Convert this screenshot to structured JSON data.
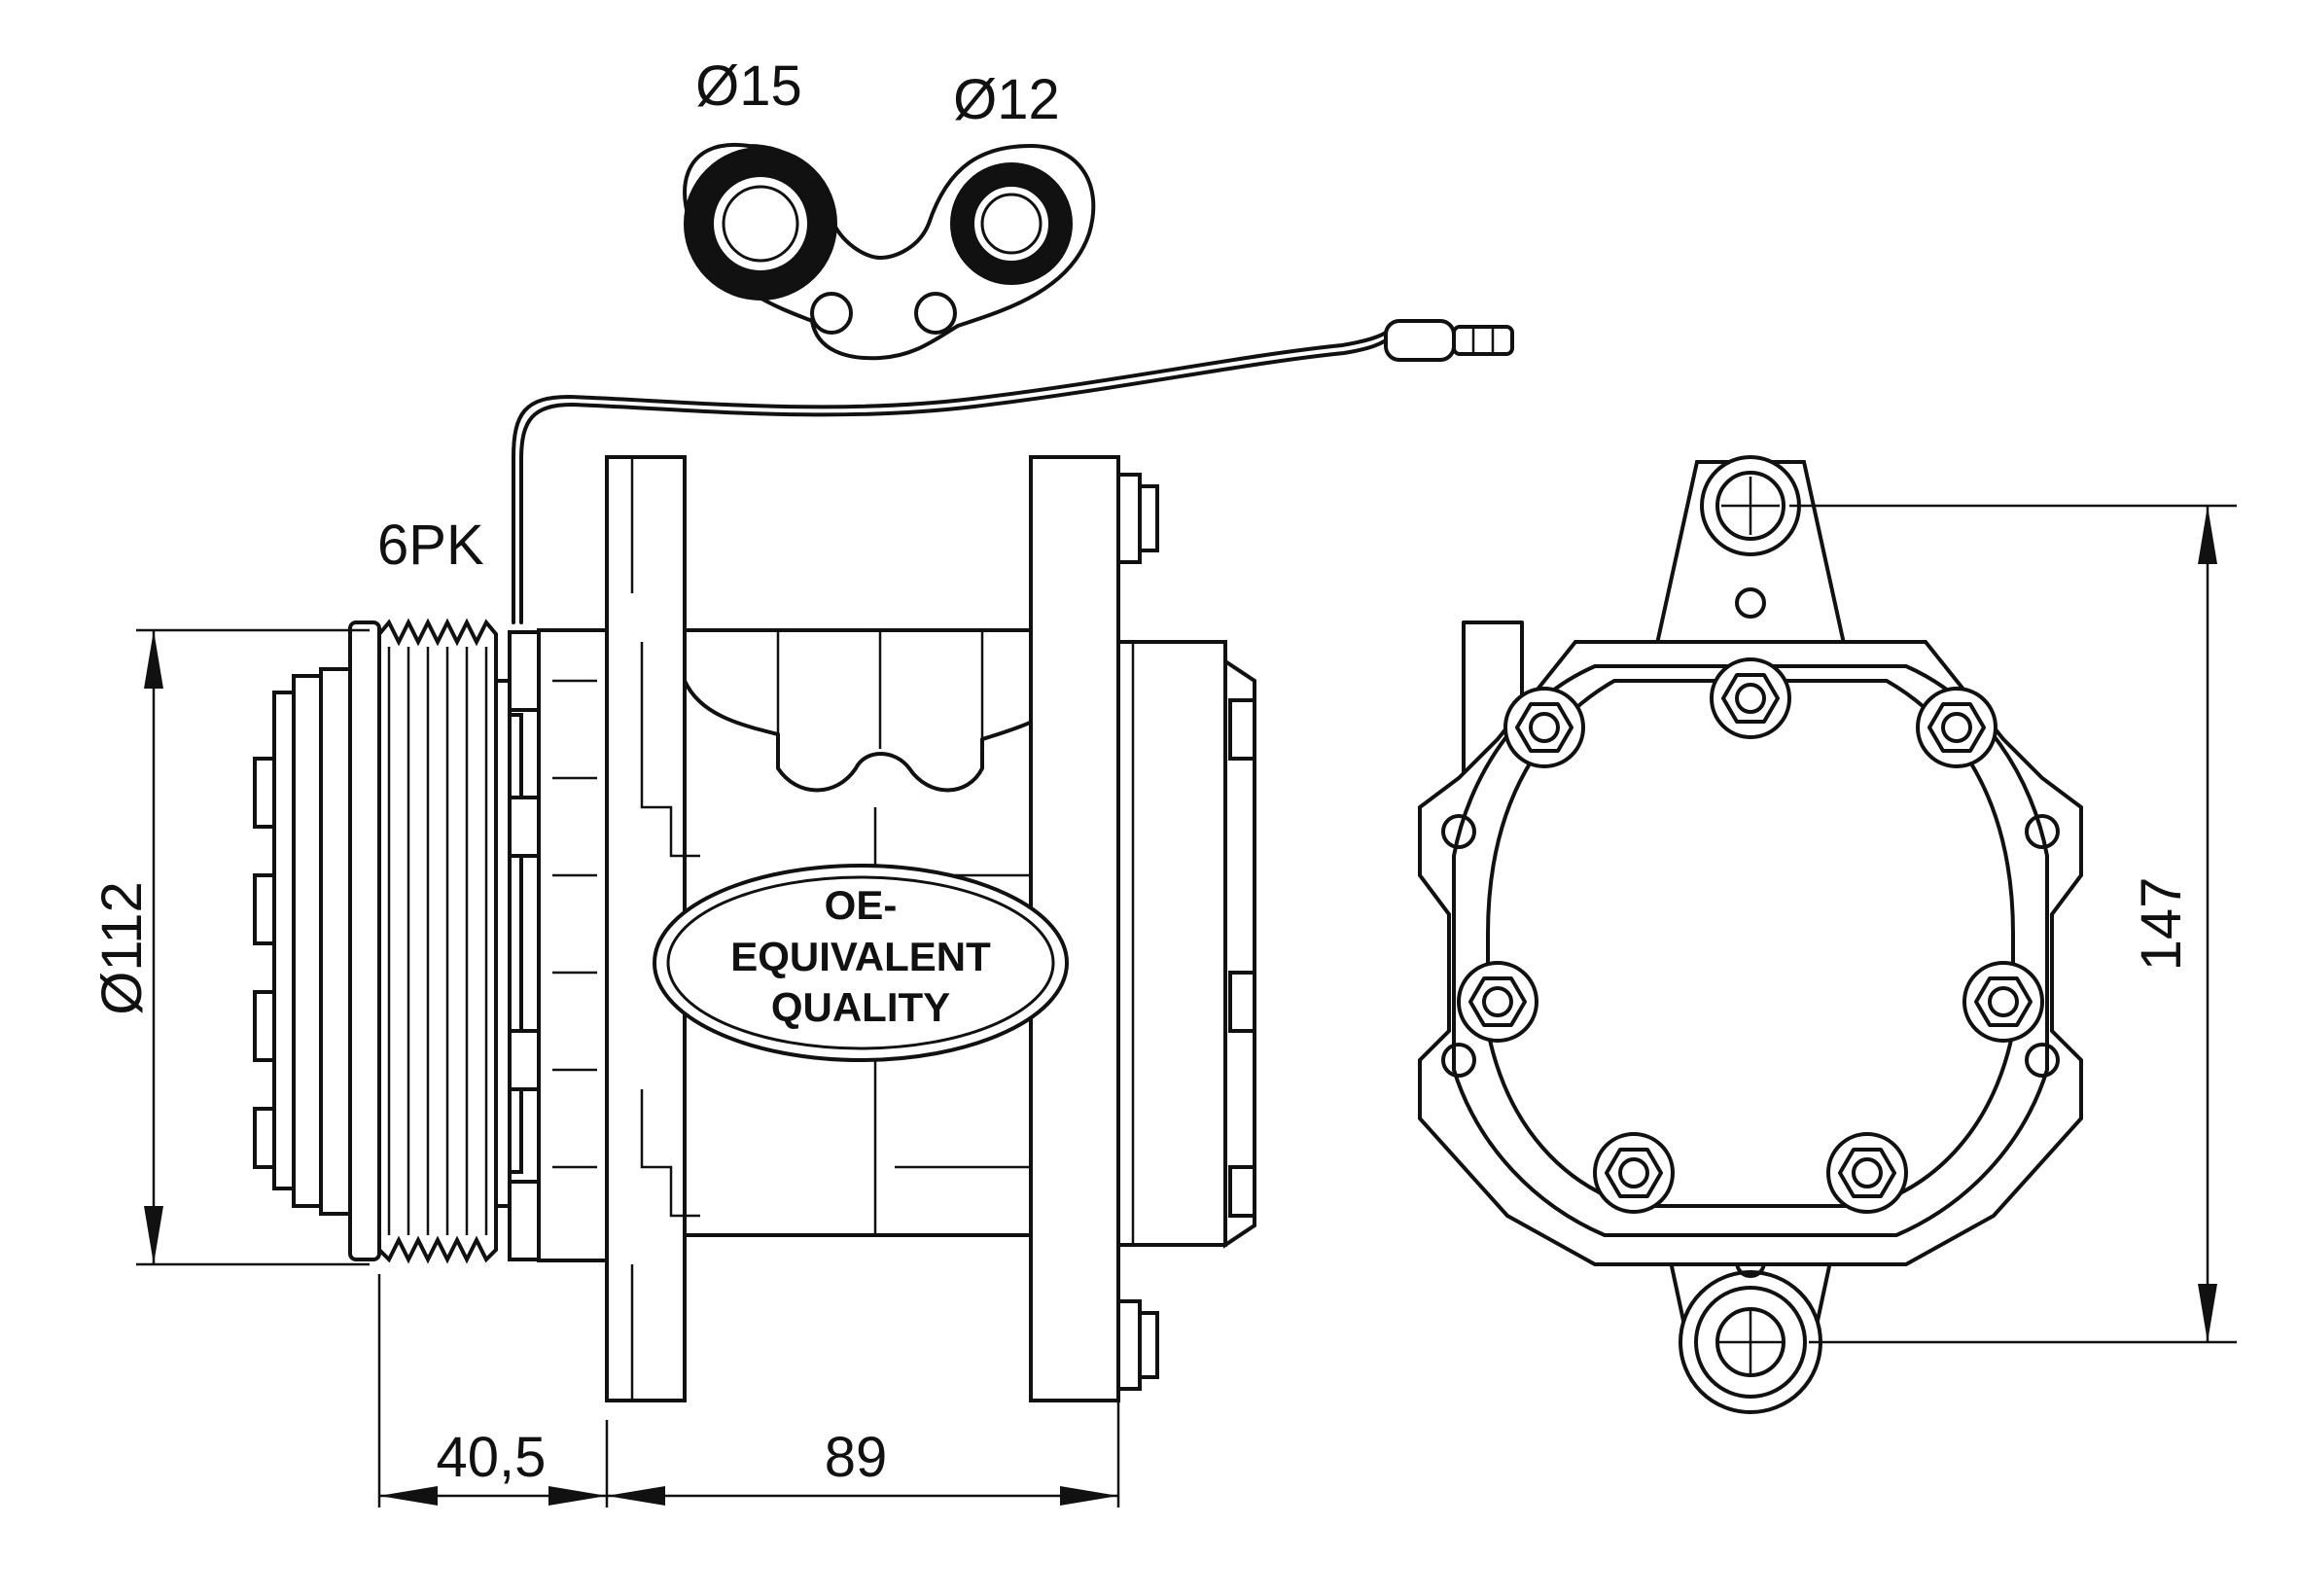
{
  "labels": {
    "seal_large": "Ø15",
    "seal_small": "Ø12",
    "belt": "6PK",
    "pulley_diameter": "Ø112",
    "clutch_length": "40,5",
    "body_length": "89",
    "mount_height": "147"
  },
  "badge": {
    "line1": "OE-",
    "line2": "EQUIVALENT",
    "line3": "QUALITY"
  }
}
